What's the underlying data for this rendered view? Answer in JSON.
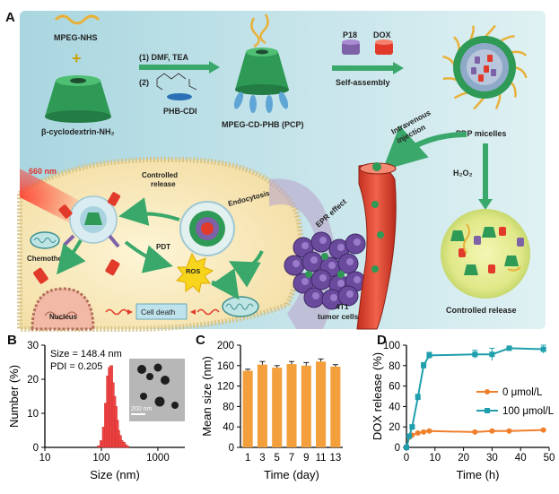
{
  "panelA": {
    "label": "A",
    "mpeg_nhs": "MPEG-NHS",
    "plus": "+",
    "cd_nh2": "β-cyclodextrin-NH₂",
    "step1": "(1)  DMF, TEA",
    "step2": "(2)",
    "phb_cdi": "PHB-CDI",
    "pcp": "MPEG-CD-PHB (PCP)",
    "p18": "P18",
    "dox": "DOX",
    "self_assembly": "Self-assembly",
    "pdp_micelles": "PDP micelles",
    "iv_line1": "Intravenous",
    "iv_line2": "injection",
    "h2o2": "H₂O₂",
    "controlled_release_bottom": "Controlled release",
    "laser": "660 nm",
    "controlled_release_1": "Controlled",
    "controlled_release_2": "release",
    "endocytosis": "Endocytosis",
    "pdt": "PDT",
    "ros": "ROS",
    "chemotherapy": "Chemotherapy",
    "nucleus": "Nucleus",
    "cell_death": "Cell death",
    "epr": "EPR effect",
    "tumor_1": "4T1",
    "tumor_2": "tumor cells"
  },
  "colors": {
    "panel_bg": "#cfe9ee",
    "cd_green": "#2e9a56",
    "phb_blue": "#5fa6d6",
    "p18_purple": "#7d62a8",
    "dox_red": "#e23a2a",
    "peg_yellow": "#e8b13a",
    "bar_orange": "#f3a03c",
    "hist_red": "#ee4444",
    "teal": "#1f9fad",
    "orange_line": "#f07f2c"
  },
  "chart_data": [
    {
      "panel": "B",
      "type": "bar",
      "xlabel": "Size (nm)",
      "ylabel": "Number (%)",
      "x_scale": "log",
      "xlim": [
        10,
        3000
      ],
      "ylim": [
        0,
        30
      ],
      "xticks": [
        "10",
        "100",
        "1000"
      ],
      "yticks": [
        "0",
        "10",
        "20",
        "30"
      ],
      "annotation_size": "Size = 148.4 nm",
      "annotation_pdi": "PDI = 0.205",
      "inset_scale": "200 nm",
      "x": [
        90,
        100,
        110,
        120,
        130,
        140,
        150,
        160,
        170,
        180,
        190,
        200,
        215,
        230,
        250,
        270,
        290
      ],
      "values": [
        0.5,
        2,
        6,
        13,
        21,
        23.5,
        24,
        19,
        15,
        12,
        8,
        5,
        3.5,
        2,
        1.5,
        0.8,
        0.4
      ]
    },
    {
      "panel": "C",
      "type": "bar",
      "xlabel": "Time (day)",
      "ylabel": "Mean size (nm)",
      "ylim": [
        0,
        200
      ],
      "yticks": [
        "0",
        "40",
        "80",
        "120",
        "160",
        "200"
      ],
      "categories": [
        "1",
        "3",
        "5",
        "7",
        "9",
        "11",
        "13"
      ],
      "values": [
        150,
        162,
        156,
        163,
        160,
        168,
        158
      ],
      "errors": [
        3,
        6,
        4,
        5,
        6,
        5,
        4
      ]
    },
    {
      "panel": "D",
      "type": "line",
      "xlabel": "Time (h)",
      "ylabel": "DOX release (%)",
      "xlim": [
        0,
        50
      ],
      "ylim": [
        0,
        100
      ],
      "xticks": [
        "0",
        "10",
        "20",
        "30",
        "40",
        "50"
      ],
      "yticks": [
        "0",
        "20",
        "40",
        "60",
        "80",
        "100"
      ],
      "series": [
        {
          "name": "0 μmol/L",
          "x": [
            0,
            1,
            2,
            4,
            6,
            8,
            24,
            30,
            36,
            48
          ],
          "y": [
            0,
            10,
            12,
            14,
            15,
            16,
            15,
            16,
            16,
            17
          ],
          "err": [
            0,
            1,
            1,
            1,
            1,
            1,
            1,
            1,
            1,
            1
          ]
        },
        {
          "name": "100 μmol/L",
          "x": [
            0,
            1,
            2,
            4,
            6,
            8,
            24,
            30,
            36,
            48
          ],
          "y": [
            0,
            11,
            20,
            49,
            80,
            90,
            91,
            91,
            97,
            96
          ],
          "err": [
            0,
            1,
            2,
            3,
            3,
            3,
            4,
            6,
            2,
            4
          ]
        }
      ]
    }
  ],
  "panel_labels": {
    "b": "B",
    "c": "C",
    "d": "D"
  }
}
